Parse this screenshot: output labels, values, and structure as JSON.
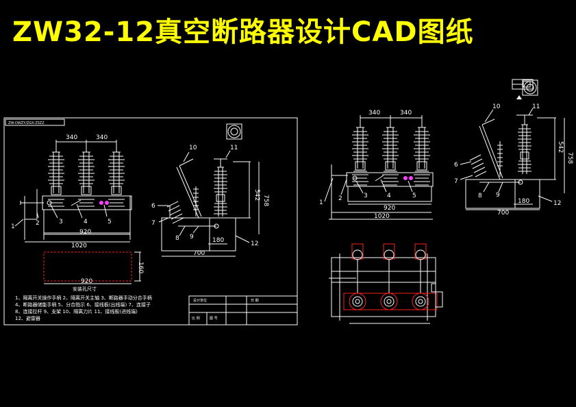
{
  "title": "ZW32-12真空断路器设计CAD图纸",
  "left_sheet": {
    "header_tag": "ZW-DWZY/ZGX-ZSZZ",
    "dims": {
      "d340a": "340",
      "d340b": "340",
      "d920": "920",
      "d1020": "1020",
      "d542": "542",
      "d758": "758",
      "d180": "180",
      "d700": "700",
      "hole_160": "160",
      "hole_920": "920"
    },
    "callouts": [
      "1",
      "2",
      "3",
      "4",
      "5",
      "6",
      "7",
      "8",
      "9",
      "10",
      "11",
      "12"
    ],
    "hole_caption": "安装孔尺寸",
    "legend": [
      "1、隔离开关操作手柄  2、隔离开关主轴  3、断路器手动分合手柄",
      "4、断路器储能手柄  5、分合指示  6、接线板(出线端)  7、连接子",
      "8、连接拉杆  9、支架  10、隔离刀片  11、接线板(进线端)",
      "12、避雷器"
    ],
    "title_block": {
      "c1": "设计单位",
      "c2": "日 期",
      "c3": "比 例",
      "c4": "图 号"
    }
  },
  "right_sheet": {
    "dims": {
      "d340a": "340",
      "d340b": "340",
      "d920": "920",
      "d1020": "1020",
      "d542": "542",
      "d758": "758",
      "d180": "180",
      "d700": "700"
    },
    "callouts": [
      "1",
      "2",
      "3",
      "4",
      "5",
      "6",
      "7",
      "8",
      "9",
      "10",
      "11",
      "12"
    ]
  },
  "colors": {
    "background": "#000000",
    "title": "#ffff00",
    "lines": "#ffffff",
    "hole_outline": "#ff2020",
    "indicator": "#ff40ff"
  }
}
